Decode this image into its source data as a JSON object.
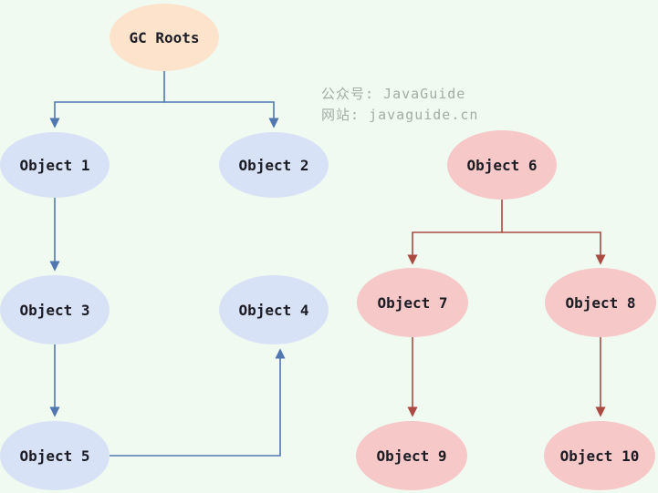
{
  "colors": {
    "background": "#f0faf1",
    "root_fill": "#fde3cb",
    "reachable_fill": "#d8e2f6",
    "unreachable_fill": "#f6c8c8",
    "arrow_blue": "#5077b0",
    "arrow_red": "#ab4a42",
    "node_text": "#1c1c24",
    "watermark_text": "#a3aca7"
  },
  "watermark": {
    "line1": "公众号: JavaGuide",
    "line2": "网站: javaguide.cn"
  },
  "diagram": {
    "type": "object-reachability-graph",
    "nodes": {
      "gc_roots": {
        "label": "GC Roots",
        "group": "root"
      },
      "object1": {
        "label": "Object 1",
        "group": "reachable"
      },
      "object2": {
        "label": "Object 2",
        "group": "reachable"
      },
      "object3": {
        "label": "Object 3",
        "group": "reachable"
      },
      "object4": {
        "label": "Object 4",
        "group": "reachable"
      },
      "object5": {
        "label": "Object 5",
        "group": "reachable"
      },
      "object6": {
        "label": "Object 6",
        "group": "unreachable"
      },
      "object7": {
        "label": "Object 7",
        "group": "unreachable"
      },
      "object8": {
        "label": "Object 8",
        "group": "unreachable"
      },
      "object9": {
        "label": "Object 9",
        "group": "unreachable"
      },
      "object10": {
        "label": "Object 10",
        "group": "unreachable"
      }
    },
    "edges": [
      {
        "from": "gc_roots",
        "to": "object1",
        "color": "blue"
      },
      {
        "from": "gc_roots",
        "to": "object2",
        "color": "blue"
      },
      {
        "from": "object1",
        "to": "object3",
        "color": "blue"
      },
      {
        "from": "object3",
        "to": "object5",
        "color": "blue"
      },
      {
        "from": "object5",
        "to": "object4",
        "color": "blue"
      },
      {
        "from": "object6",
        "to": "object7",
        "color": "red"
      },
      {
        "from": "object6",
        "to": "object8",
        "color": "red"
      },
      {
        "from": "object7",
        "to": "object9",
        "color": "red"
      },
      {
        "from": "object8",
        "to": "object10",
        "color": "red"
      }
    ]
  }
}
